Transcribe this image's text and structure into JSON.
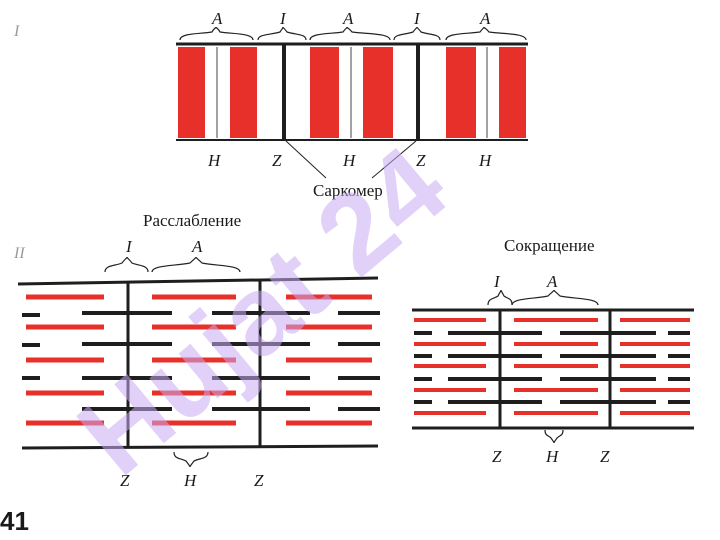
{
  "panel1": {
    "roman": "I",
    "top_labels": [
      "A",
      "I",
      "A",
      "I",
      "A"
    ],
    "bottom_labels": [
      "H",
      "Z",
      "H",
      "Z",
      "H"
    ],
    "sarcomere": "Саркомер"
  },
  "panel2": {
    "roman": "II",
    "relaxed": {
      "title": "Расслабление",
      "top_labels": [
        "I",
        "A"
      ],
      "bottom_labels": [
        "Z",
        "H",
        "Z"
      ]
    },
    "contracted": {
      "title": "Сокращение",
      "top_labels": [
        "I",
        "A"
      ],
      "bottom_labels": [
        "Z",
        "H",
        "Z"
      ]
    }
  },
  "page_number": "41",
  "watermark": "Hujat 24",
  "colors": {
    "actin_red": "#e8302a",
    "myosin_dark": "#1e1e1e",
    "watermark": "#c9a9f0"
  }
}
